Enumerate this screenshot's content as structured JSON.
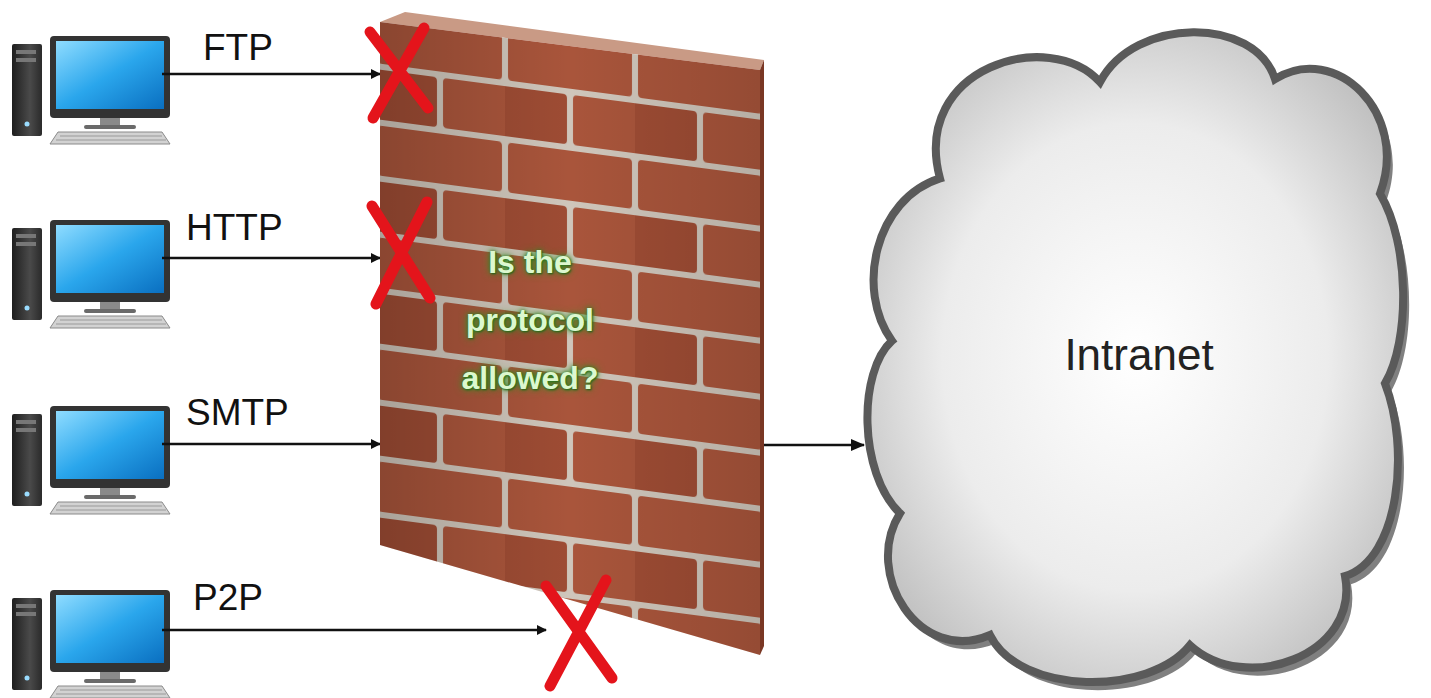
{
  "diagram": {
    "nodes": [
      {
        "text": [
          "Is the protocol allowed?"
        ]
      },
      {
        "text": [
          "Intranet"
        ]
      }
    ],
    "edges": [
      {
        "from": 0,
        "to": 1,
        "arrow": "to"
      }
    ],
    "labels": [
      "FTP",
      "HTTP",
      "SMTP",
      "P2P"
    ]
  }
}
